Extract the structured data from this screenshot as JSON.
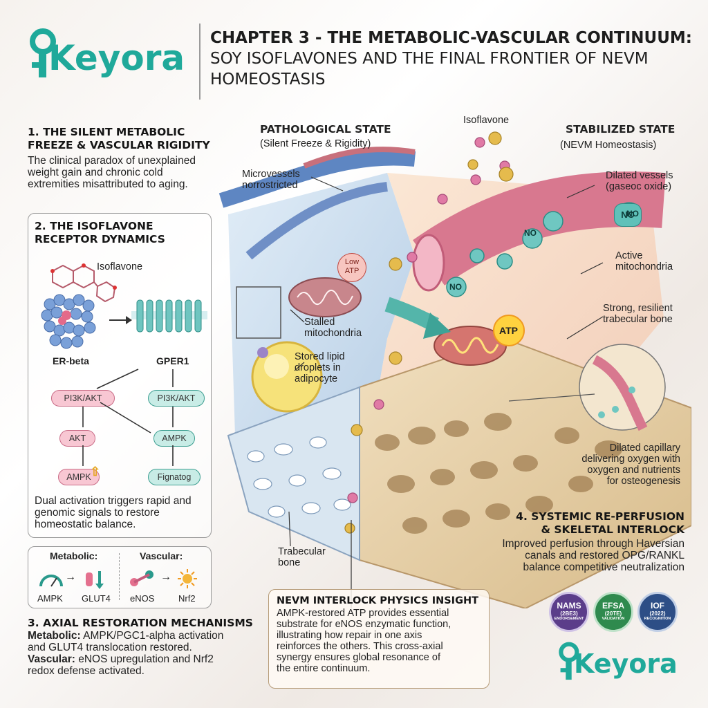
{
  "brand": {
    "name": "Keyora"
  },
  "header": {
    "title_line1": "CHAPTER 3 - THE METABOLIC-VASCULAR CONTINUUM:",
    "title_line2": "SOY ISOFLAVONES AND THE FINAL FRONTIER OF NEVM",
    "title_line3": "HOMEOSTASIS"
  },
  "section1": {
    "heading_line1": "1. THE SILENT METABOLIC",
    "heading_line2": "FREEZE & VASCULAR RIGIDITY",
    "body_line1": "The clinical paradox of unexplained",
    "body_line2": "weight gain and chronic cold",
    "body_line3": "extremities misattributed to aging."
  },
  "section2": {
    "heading_line1": "2. THE ISOFLAVONE",
    "heading_line2": "RECEPTOR DYNAMICS",
    "isoflavone_label": "Isoflavone",
    "er_beta": "ER-beta",
    "gper1": "GPER1",
    "left_path": [
      "PI3K/AKT",
      "AKT",
      "AMPK"
    ],
    "right_path": [
      "PI3K/AKT",
      "AMPK",
      "Fignatog"
    ],
    "summary_line1": "Dual activation triggers rapid and",
    "summary_line2": "genomic signals to restore",
    "summary_line3": "homeostatic balance."
  },
  "axial_box": {
    "metabolic_label": "Metabolic:",
    "vascular_label": "Vascular:",
    "ampk": "AMPK",
    "glut4": "GLUT4",
    "enos": "eNOS",
    "nrf2": "Nrf2"
  },
  "section3": {
    "heading": "3. AXIAL RESTORATION MECHANISMS",
    "metabolic_bold": "Metabolic:",
    "metabolic_text": " AMPK/PGC1-alpha activation",
    "metabolic_line2": "and GLUT4 translocation restored.",
    "vascular_bold": "Vascular:",
    "vascular_text": " eNOS upregulation and Nrf2",
    "vascular_line2": "redox defense activated."
  },
  "diagram": {
    "pathological_title": "PATHOLOGICAL STATE",
    "pathological_sub": "(Silent Freeze & Rigidity)",
    "stabilized_title": "STABILIZED STATE",
    "stabilized_sub": "(NEVM Homeostasis)",
    "isoflavone_top": "Isoflavone",
    "microvessels_line1": "Microvessels",
    "microvessels_line2": "norrostricted",
    "low_atp_line1": "Low",
    "low_atp_line2": "ATP",
    "stalled_line1": "Stalled",
    "stalled_line2": "mitochondria",
    "lipid_line1": "Stored lipid",
    "lipid_line2": "droplets in",
    "lipid_line3": "adipocyte",
    "trabecular_line1": "Trabecular",
    "trabecular_line2": "bone",
    "dilated_vessels_line1": "Dilated vessels",
    "dilated_vessels_line2": "(gaseoc oxide)",
    "no_label": "NO",
    "atp_label": "ATP",
    "active_mito_line1": "Active",
    "active_mito_line2": "mitochondria",
    "strong_bone_line1": "Strong, resilient",
    "strong_bone_line2": "trabecular bone",
    "capillary_line1": "Dilated capillary",
    "capillary_line2": "delivering oxygen with",
    "capillary_line3": "oxygen and nutrients",
    "capillary_line4": "for osteogenesis"
  },
  "section4": {
    "heading_line1": "4. SYSTEMIC RE-PERFUSION",
    "heading_line2": "& SKELETAL INTERLOCK",
    "body_line1": "Improved perfusion through Haversian",
    "body_line2": "canals and restored OPG/RANKL",
    "body_line3": "balance competitive neutralization"
  },
  "insight": {
    "heading": "NEVM INTERLOCK PHYSICS INSIGHT",
    "line1": "AMPK-restored ATP provides essential",
    "line2": "substrate for eNOS enzymatic function,",
    "line3": "illustrating how repair in one axis",
    "line4": "reinforces the others. This cross-axial",
    "line5": "synergy ensures global resonance of",
    "line6": "the entire continuum."
  },
  "badges": [
    {
      "name": "NAMS",
      "year": "(2BE3)",
      "sub": "ENDORSEMENT",
      "color": "#5b3d8a"
    },
    {
      "name": "EFSA",
      "year": "(20TE)",
      "sub": "VALIDATION",
      "color": "#2f8a4e"
    },
    {
      "name": "IOF",
      "year": "(2022)",
      "sub": "RECOGNITION",
      "color": "#2d4e86"
    }
  ],
  "colors": {
    "brand": "#1fa99a",
    "pathological_blue": "#4c79b8",
    "vessel_pink": "#d86a86",
    "bone": "#e9d4aa"
  }
}
